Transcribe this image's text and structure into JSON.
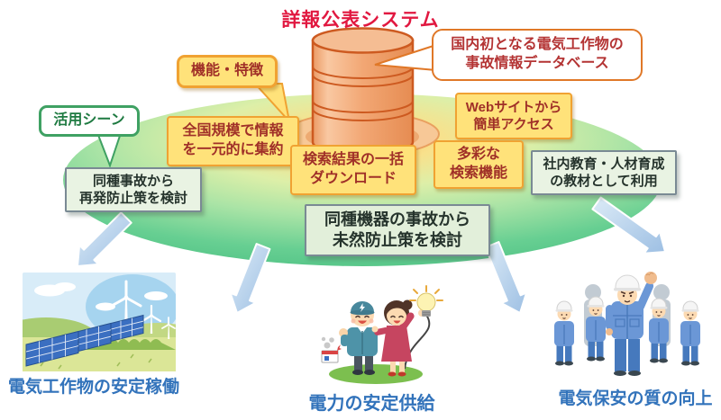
{
  "title": "詳報公表システム",
  "badges": {
    "features": "機能・特徴",
    "scenes": "活用シーン"
  },
  "info_bubble": {
    "lines": [
      "国内初となる電気工作物の",
      "事故情報データベース"
    ]
  },
  "feature_boxes": {
    "aggregate": {
      "lines": [
        "全国規模で情報",
        "を一元的に集約"
      ]
    },
    "download": {
      "lines": [
        "検索結果の一括",
        "ダウンロード"
      ]
    },
    "web_access": {
      "lines": [
        "Webサイトから",
        "簡単アクセス"
      ]
    },
    "search": {
      "lines": [
        "多彩な",
        "検索機能"
      ]
    }
  },
  "scene_boxes": {
    "recurrence": {
      "lines": [
        "同種事故から",
        "再発防止策を検討"
      ]
    },
    "proactive": {
      "lines": [
        "同種機器の事故から",
        "未然防止策を検討"
      ]
    },
    "education": {
      "lines": [
        "社内教育・人材育成",
        "の教材として利用"
      ]
    }
  },
  "outcomes": {
    "left": {
      "label": "電気工作物の安定稼働",
      "illustration": "solar-panels-and-wind-turbines"
    },
    "center": {
      "label": "電力の安定供給",
      "illustration": "engineer-and-woman-with-light-bulb"
    },
    "right": {
      "label": "電気保安の質の向上",
      "illustration": "team-of-electrical-safety-workers"
    }
  },
  "icons": {
    "database": "database-cylinder-icon",
    "platform": "green-platform-ellipse",
    "arrows": "flow-arrow-icon"
  },
  "colors": {
    "title_red": "#e11840",
    "box_yellow_bg": "#ffe27a",
    "box_yellow_border": "#f0a232",
    "box_yellow_text": "#a03028",
    "bubble_border_orange": "#e07828",
    "badge_green_border": "#3fa163",
    "scene_box_bg": "#e9f3e3",
    "scene_box_border": "#7a8a94",
    "platform_green": "#4fc184",
    "cylinder_orange": "#ef9f6c",
    "cylinder_outline": "#cd5a20",
    "arrow_blue": "#9dbfe3",
    "outcome_text_blue": "#3273bb"
  }
}
